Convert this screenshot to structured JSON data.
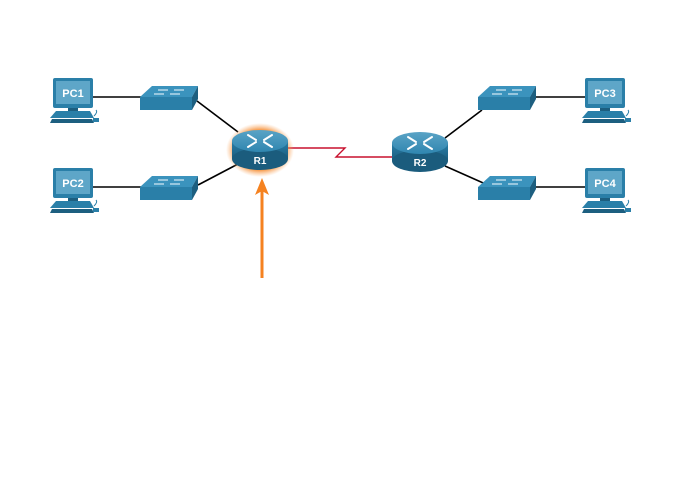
{
  "diagram": {
    "title": "",
    "nodes": {
      "pc1": {
        "label": "PC1",
        "type": "pc"
      },
      "pc2": {
        "label": "PC2",
        "type": "pc"
      },
      "pc3": {
        "label": "PC3",
        "type": "pc"
      },
      "pc4": {
        "label": "PC4",
        "type": "pc"
      },
      "s1": {
        "label": "",
        "type": "switch"
      },
      "s2": {
        "label": "",
        "type": "switch"
      },
      "s3": {
        "label": "",
        "type": "switch"
      },
      "s4": {
        "label": "",
        "type": "switch"
      },
      "r1": {
        "label": "R1",
        "type": "router",
        "highlighted": true
      },
      "r2": {
        "label": "R2",
        "type": "router",
        "highlighted": false
      }
    },
    "links": [
      {
        "from": "pc1",
        "to": "s1",
        "type": "ethernet"
      },
      {
        "from": "pc2",
        "to": "s2",
        "type": "ethernet"
      },
      {
        "from": "s1",
        "to": "r1",
        "type": "ethernet"
      },
      {
        "from": "s2",
        "to": "r1",
        "type": "ethernet"
      },
      {
        "from": "r1",
        "to": "r2",
        "type": "serial"
      },
      {
        "from": "r2",
        "to": "s3",
        "type": "ethernet"
      },
      {
        "from": "r2",
        "to": "s4",
        "type": "ethernet"
      },
      {
        "from": "s3",
        "to": "pc3",
        "type": "ethernet"
      },
      {
        "from": "s4",
        "to": "pc4",
        "type": "ethernet"
      }
    ],
    "pointer": {
      "target": "r1",
      "direction": "up"
    },
    "colors": {
      "device_blue": "#2a7fa8",
      "device_dark": "#1d5f80",
      "device_light": "#6fb2d2",
      "ethernet_link": "#000000",
      "serial_link": "#c8102e",
      "highlight": "#f58220",
      "arrow": "#f58220"
    }
  }
}
